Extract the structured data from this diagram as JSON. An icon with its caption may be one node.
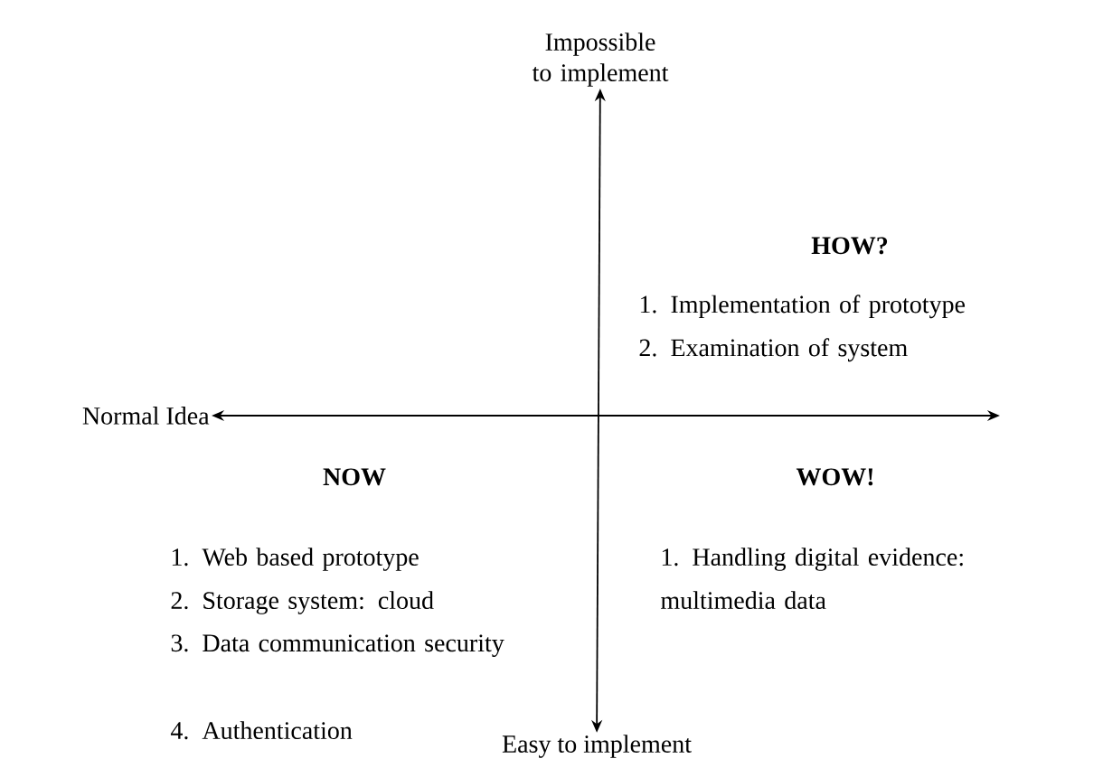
{
  "diagram": {
    "nodes": [
      {
        "text": [
          "Impossible to implement"
        ]
      },
      {
        "text": [
          "Normal Idea"
        ]
      },
      {
        "text": [
          "Easy to implement"
        ]
      }
    ],
    "edges": [
      {
        "from": 2,
        "to": 0,
        "arrow": "both"
      },
      {
        "from": 1,
        "to": null,
        "arrow": "both"
      }
    ],
    "labels": [
      "HOW?",
      "1. Implementation of prototype",
      "2. Examination of system",
      "NOW",
      "1. Web based prototype",
      "2. Storage system: cloud",
      "3. Data communication security",
      "4. Authentication",
      "WOW!",
      "1. Handling digital evidence: multimedia data"
    ]
  }
}
